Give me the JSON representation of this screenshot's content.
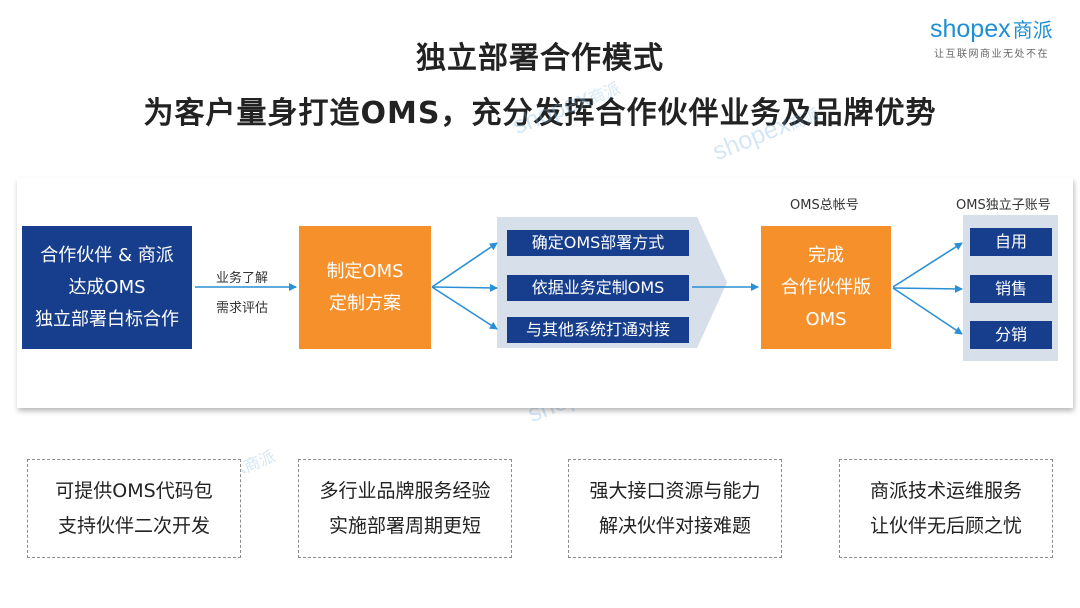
{
  "header": {
    "title_line1": "独立部署合作模式",
    "title_line2": "为客户量身打造OMS，充分发挥合作伙伴业务及品牌优势"
  },
  "logo": {
    "brand": "shopex",
    "brand_cn": "商派",
    "tagline": "让互联网商业无处不在"
  },
  "flow": {
    "partner_box": [
      "合作伙伴 & 商派",
      "达成OMS",
      "独立部署白标合作"
    ],
    "arrow_label_top": "业务了解",
    "arrow_label_bottom": "需求评估",
    "plan_box": [
      "制定OMS",
      "定制方案"
    ],
    "steps": [
      "确定OMS部署方式",
      "依据业务定制OMS",
      "与其他系统打通对接"
    ],
    "master_account_label": "OMS总帐号",
    "done_box": [
      "完成",
      "合作伙伴版",
      "OMS"
    ],
    "sub_account_label": "OMS独立子账号",
    "sub_accounts": [
      "自用",
      "销售",
      "分销"
    ]
  },
  "features": [
    [
      "可提供OMS代码包",
      "支持伙伴二次开发"
    ],
    [
      "多行业品牌服务经验",
      "实施部署周期更短"
    ],
    [
      "强大接口资源与能力",
      "解决伙伴对接难题"
    ],
    [
      "商派技术运维服务",
      "让伙伴无后顾之忧"
    ]
  ],
  "colors": {
    "navy": "#163e8c",
    "orange": "#f5902a",
    "light_panel": "#d7dfeb",
    "arrow_blue": "#2a8fd6",
    "logo_blue": "#1e8fd5"
  }
}
